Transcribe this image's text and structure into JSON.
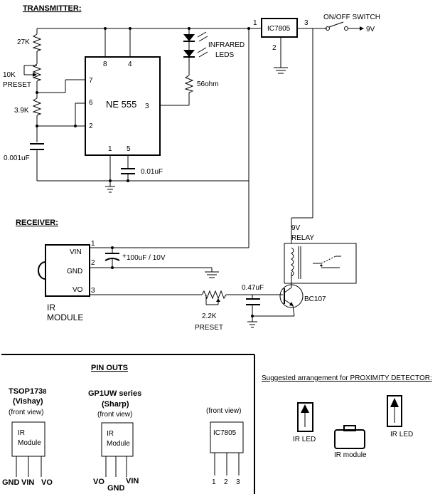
{
  "transmitter": {
    "title": "TRANSMITTER:",
    "r_top": "27K",
    "preset_value": "10K",
    "preset_label": "PRESET",
    "r_bottom": "3.9K",
    "c_timing": "0.001uF",
    "ic": {
      "name": "NE 555",
      "pin8": "8",
      "pin4": "4",
      "pin7": "7",
      "pin6": "6",
      "pin2": "2",
      "pin3": "3",
      "pin1": "1",
      "pin5": "5"
    },
    "c_ctrl": "0.01uF",
    "leds_label_1": "INFRARED",
    "leds_label_2": "LEDS",
    "r_led": "56ohm",
    "regulator": {
      "name": "IC7805",
      "pin1": "1",
      "pin2": "2",
      "pin3": "3"
    },
    "switch_label": "ON/OFF SWITCH",
    "supply": "9V"
  },
  "receiver": {
    "title": "RECEIVER:",
    "module": {
      "vin": "VIN",
      "gnd": "GND",
      "vo": "VO",
      "pin1": "1",
      "pin2": "2",
      "pin3": "3",
      "label_1": "IR",
      "label_2": "MODULE"
    },
    "c_filter": "100uF / 10V",
    "c_filter_plus": "+",
    "preset_value": "2.2K",
    "preset_label": "PRESET",
    "c_coupling": "0.47uF",
    "transistor": "BC107",
    "relay_v": "9V",
    "relay_label": "RELAY"
  },
  "pinouts": {
    "title": "PIN OUTS",
    "tsop": {
      "name": "TSOP173",
      "sub": "8",
      "brand": "(Vishay)",
      "view": "(front view)",
      "box_1": "IR",
      "box_2": "Module",
      "pins": [
        "GND",
        "VIN",
        "VO"
      ]
    },
    "gp1uw": {
      "name": "GP1UW series",
      "brand": "(Sharp)",
      "view": "(front view)",
      "box_1": "IR",
      "box_2": "Module",
      "pins": [
        "VO",
        "GND",
        "VIN"
      ]
    },
    "ic7805": {
      "view": "(front view)",
      "name": "IC7805",
      "pins": [
        "1",
        "2",
        "3"
      ]
    }
  },
  "proximity": {
    "title": "Suggested arrangement for PROXIMITY DETECTOR:",
    "ir_led_left": "IR LED",
    "ir_module": "IR module",
    "ir_led_right": "IR LED"
  }
}
